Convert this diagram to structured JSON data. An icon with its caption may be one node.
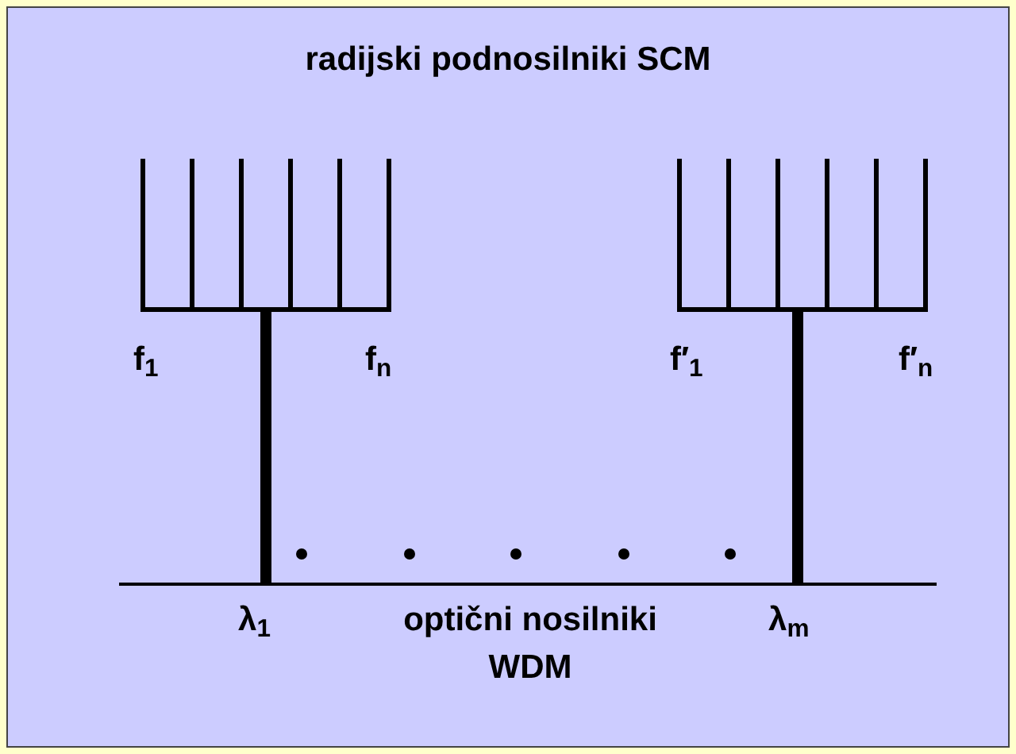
{
  "diagram": {
    "title": "radijski podnosilniki SCM",
    "labels": [
      "f$_{1}$",
      "f$_{n}$",
      "f′$_{1}$",
      "f′$_{n}$",
      "λ$_{1}$",
      "optični nosilniki WDM",
      "λ$_{m}$"
    ]
  }
}
